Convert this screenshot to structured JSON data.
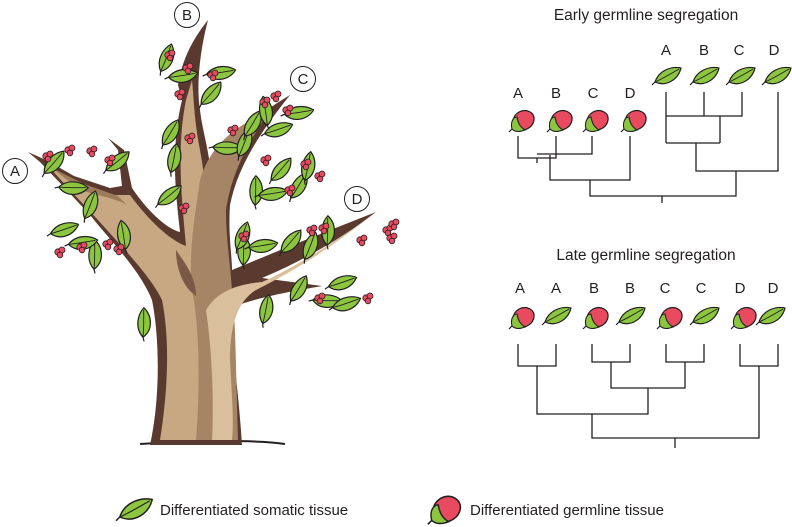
{
  "tree": {
    "branch_labels": [
      "A",
      "B",
      "C",
      "D"
    ]
  },
  "early": {
    "title": "Early germline segregation",
    "germ_tips": [
      "A",
      "B",
      "C",
      "D"
    ],
    "somatic_tips": [
      "A",
      "B",
      "C",
      "D"
    ]
  },
  "late": {
    "title": "Late germline segregation",
    "tips": [
      "A",
      "A",
      "B",
      "B",
      "C",
      "C",
      "D",
      "D"
    ]
  },
  "legend": {
    "somatic": "Differentiated somatic tissue",
    "germline": "Differentiated germline tissue"
  },
  "colors": {
    "leaf": "#8cc63f",
    "bud": "#e84a5f",
    "outline": "#231f20",
    "trunk_light": "#c8a882",
    "trunk_dark": "#5a3a2e"
  }
}
